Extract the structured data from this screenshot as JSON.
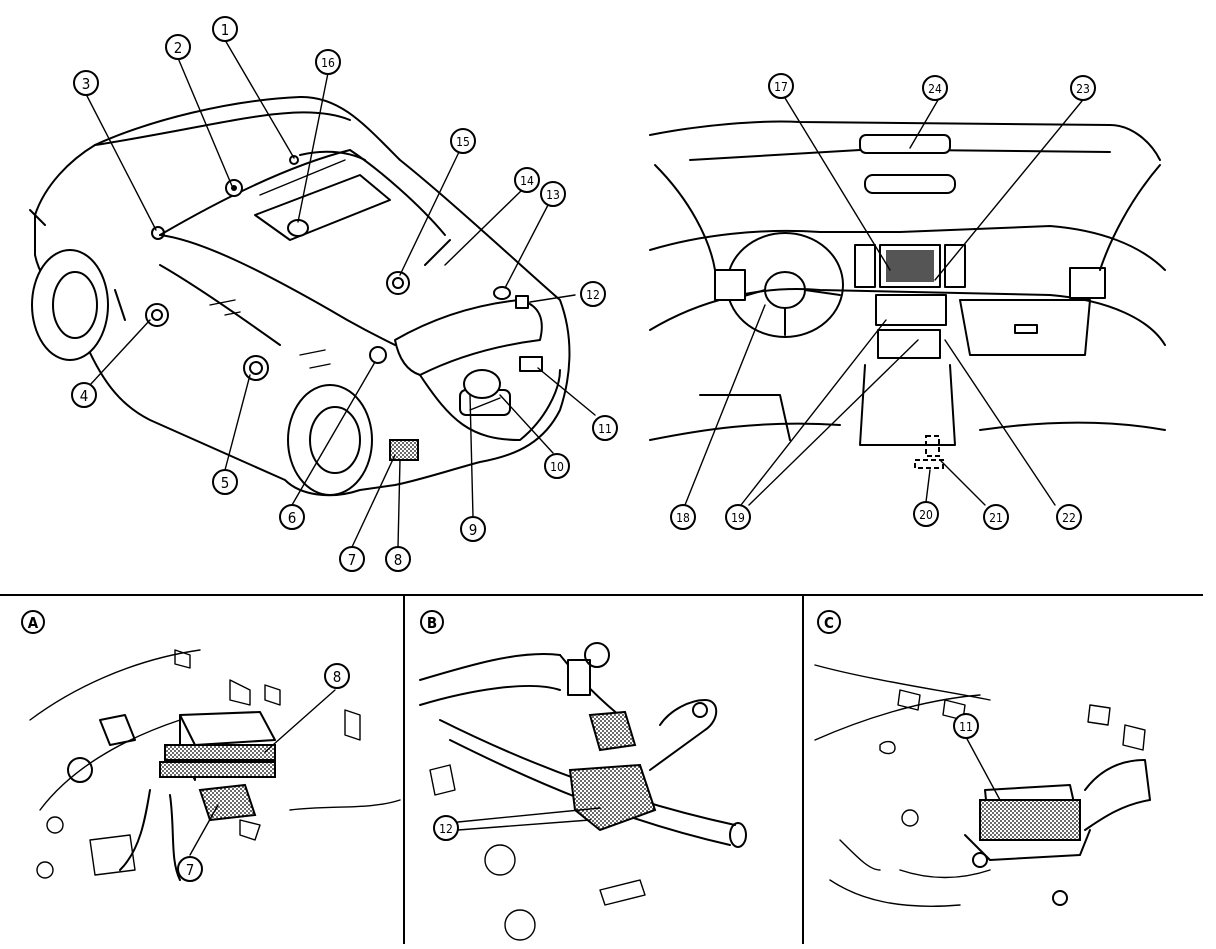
{
  "callouts": {
    "c1": "1",
    "c2": "2",
    "c3": "3",
    "c4": "4",
    "c5": "5",
    "c6": "6",
    "c7": "7",
    "c8": "8",
    "c9": "9",
    "c10": "10",
    "c11": "11",
    "c12": "12",
    "c13": "13",
    "c14": "14",
    "c15": "15",
    "c16": "16",
    "c17": "17",
    "c18": "18",
    "c19": "19",
    "c20": "20",
    "c21": "21",
    "c22": "22",
    "c23": "23",
    "c24": "24"
  },
  "panels": {
    "a": {
      "letter": "A",
      "callouts": [
        "8",
        "7"
      ]
    },
    "b": {
      "letter": "B",
      "callouts": [
        "12"
      ]
    },
    "c": {
      "letter": "C",
      "callouts": [
        "11"
      ]
    }
  },
  "colors": {
    "ink": "#000000",
    "paper": "#ffffff",
    "screen": "#555555"
  }
}
